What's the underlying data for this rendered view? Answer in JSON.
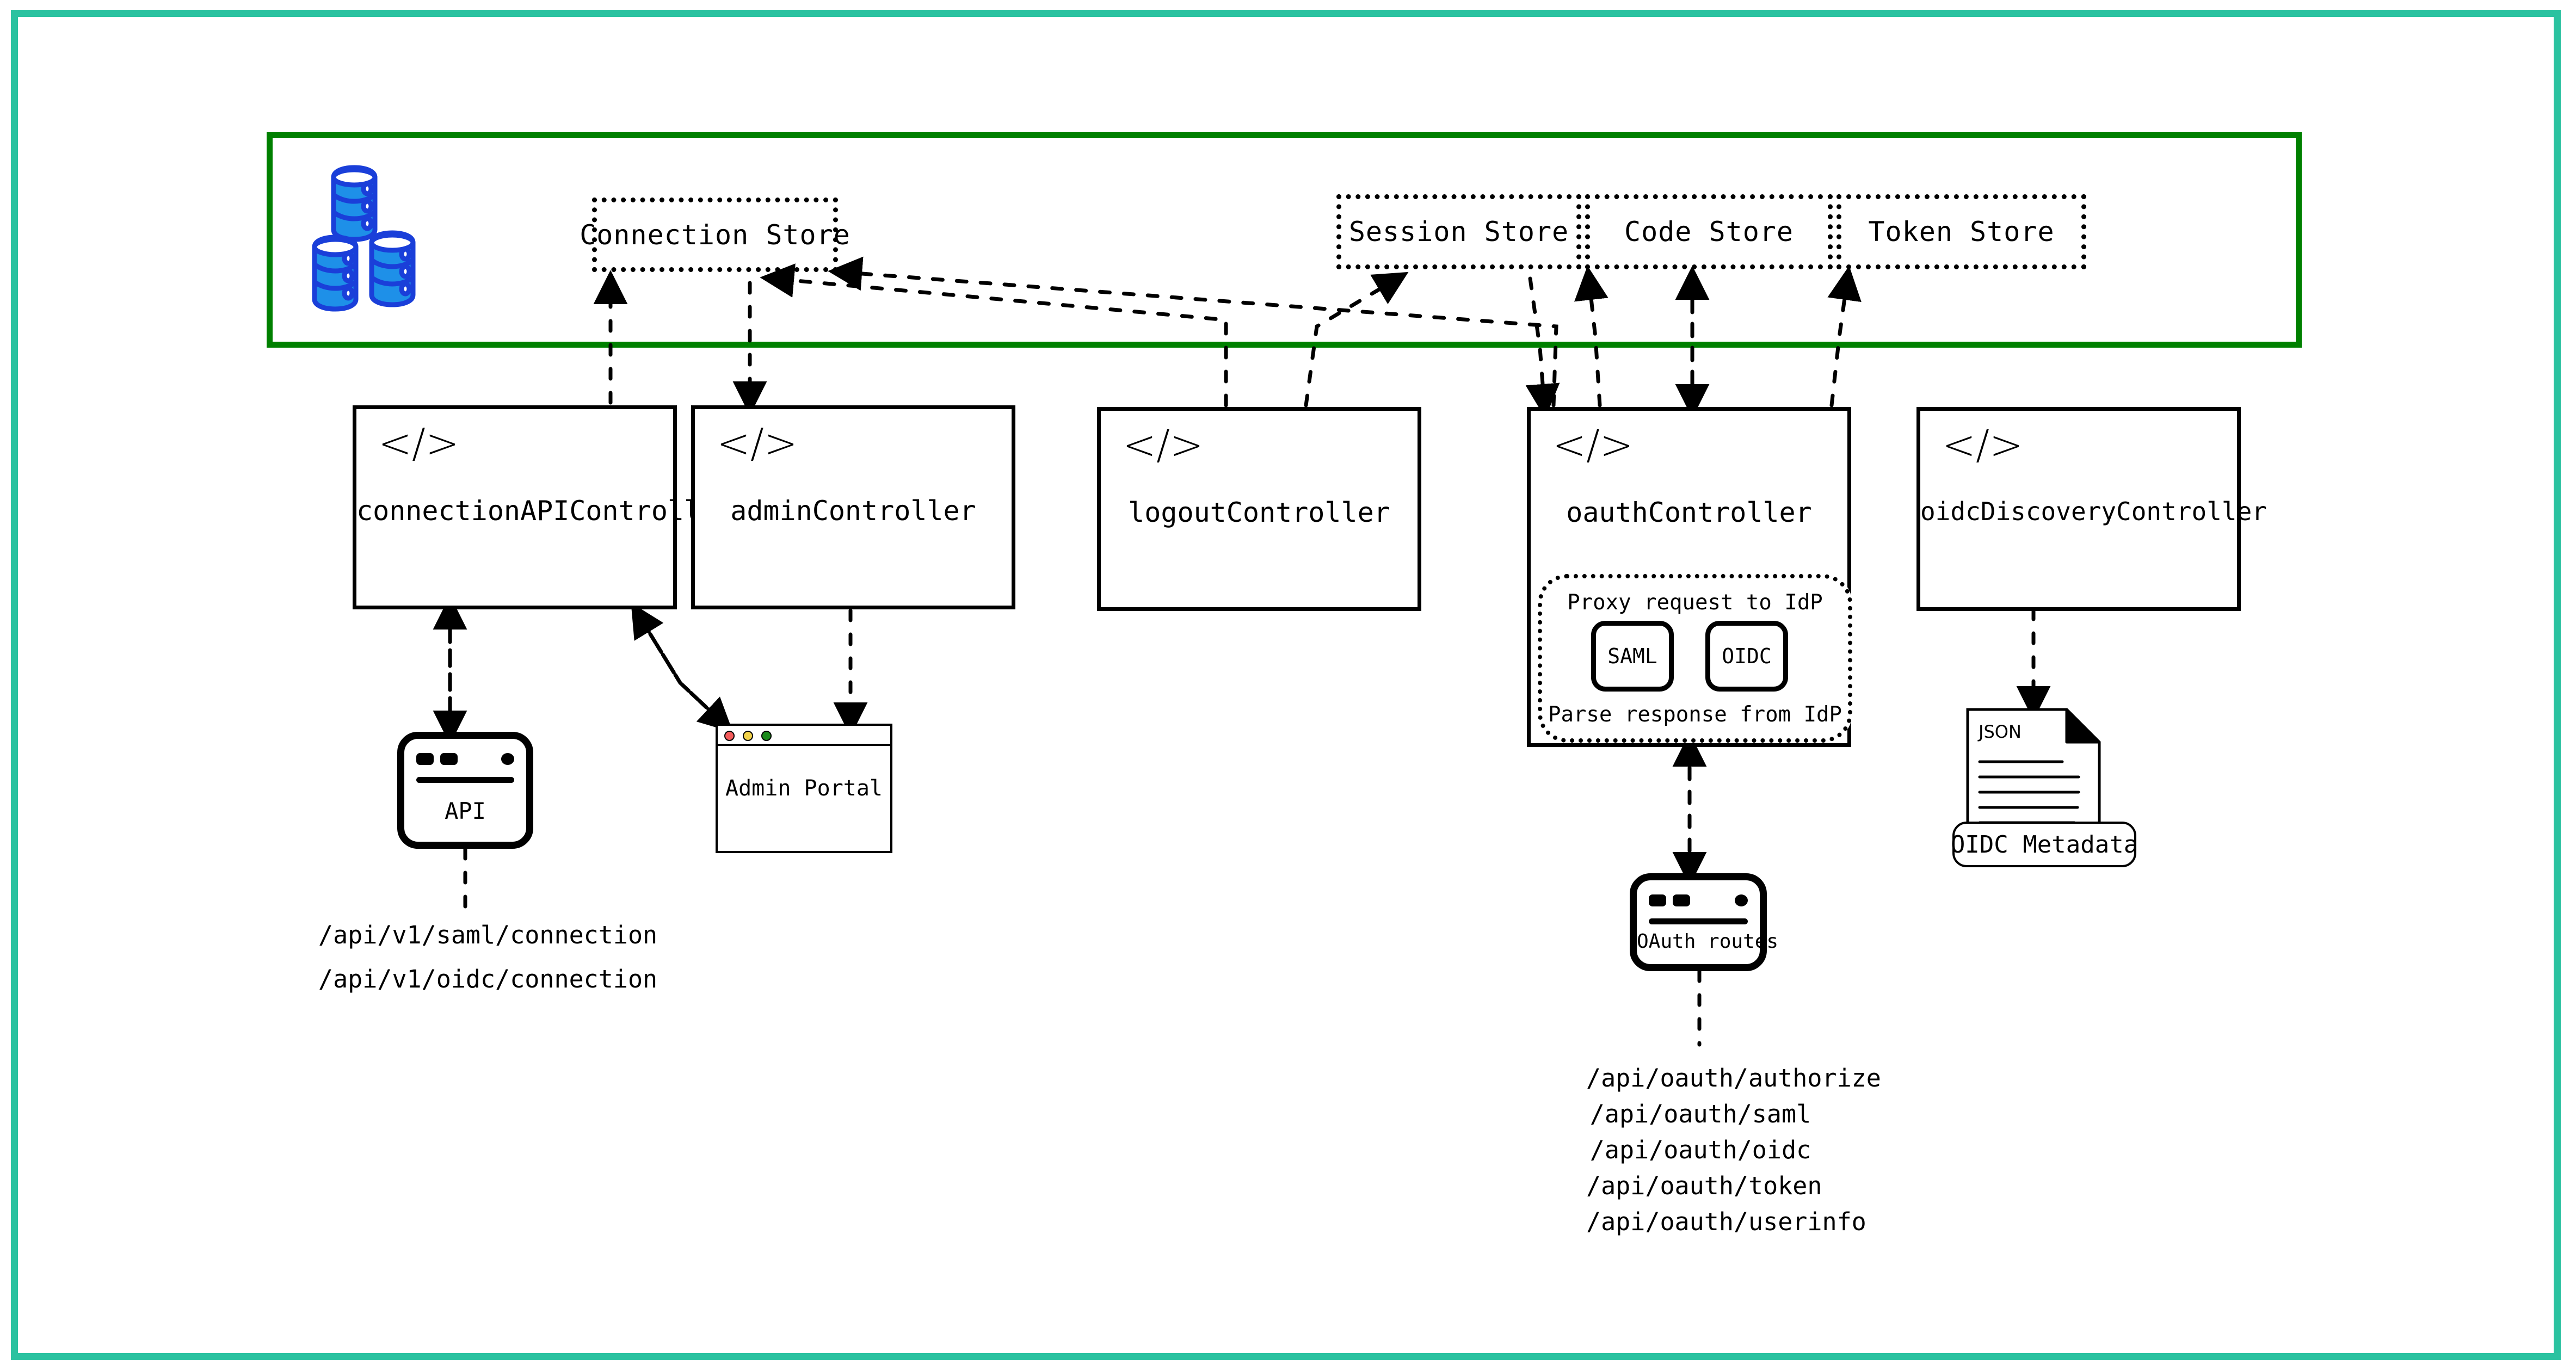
{
  "frame": {
    "outer_border_color": "#2ac2a0",
    "store_container_border_color": "#008000"
  },
  "stores": {
    "connection": {
      "label": "Connection Store"
    },
    "session": {
      "label": "Session Store"
    },
    "code": {
      "label": "Code Store"
    },
    "token": {
      "label": "Token Store"
    }
  },
  "database_icon": {
    "name": "database-cylinders",
    "fill": "#1e90e8",
    "stroke": "#1a3fd9",
    "count": 3
  },
  "controllers": [
    {
      "id": "connectionAPIController",
      "label": "connectionAPIController",
      "icon": "code-tag-icon"
    },
    {
      "id": "adminController",
      "label": "adminController",
      "icon": "code-tag-icon"
    },
    {
      "id": "logoutController",
      "label": "logoutController",
      "icon": "code-tag-icon"
    },
    {
      "id": "oauthController",
      "label": "oauthController",
      "icon": "code-tag-icon"
    },
    {
      "id": "oidcDiscoveryController",
      "label": "oidcDiscoveryController",
      "icon": "code-tag-icon"
    }
  ],
  "proxy_group": {
    "top_label": "Proxy request to IdP",
    "bottom_label": "Parse response from IdP",
    "protocols": [
      {
        "label": "SAML"
      },
      {
        "label": "OIDC"
      }
    ]
  },
  "api_terminal": {
    "label": "API"
  },
  "admin_window": {
    "label": "Admin Portal",
    "traffic_lights": [
      {
        "name": "close",
        "color": "#f45b5b"
      },
      {
        "name": "minimize",
        "color": "#f2d24a"
      },
      {
        "name": "maximize",
        "color": "#1a8a1a"
      }
    ]
  },
  "oauth_terminal": {
    "label": "OAuth routes"
  },
  "json_doc": {
    "badge": "JSON",
    "chip_label": "OIDC Metadata"
  },
  "connection_routes": [
    "/api/v1/saml/connection",
    "/api/v1/oidc/connection"
  ],
  "oauth_routes": [
    "/api/oauth/authorize",
    "/api/oauth/saml",
    "/api/oauth/oidc",
    "/api/oauth/token",
    "/api/oauth/userinfo"
  ]
}
